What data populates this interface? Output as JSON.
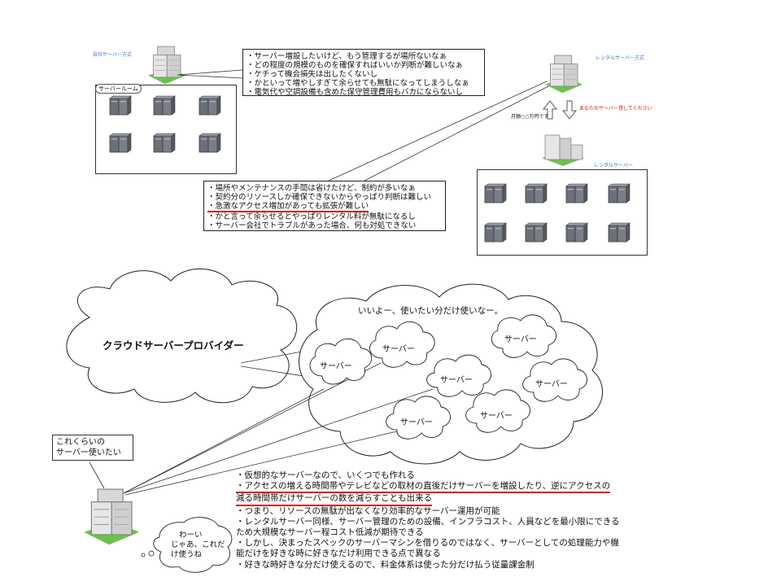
{
  "top_left": {
    "label": "自社サーバー方式",
    "room_label": "サーバールーム",
    "bubble_lines": [
      "・サーバー増設したいけど、もう管理するが場所ないなぁ",
      "・どの程度の規模のものを確保すればいいか判断が難しいなぁ",
      "・ケチって機会損失は出したくないし",
      "・かといって増やしすぎて余らせても無駄になってしまうしなぁ",
      "・電気代や空調設備も含めた保守管理費用もバカにならないし"
    ]
  },
  "top_right": {
    "label": "レンタルサーバー方式",
    "request_text": "あなたのサーバー貸してください",
    "price_text": "月額○○万円です",
    "rental_label": "レンタルサーバー"
  },
  "middle_bubble_lines": [
    "・場所やメンテナンスの手間は省けたけど、制約が多いなぁ",
    "・契約分のリソースしか確保できないからやっぱり判断は難しい",
    "・急激なアクセス増加があっても拡張が難しい",
    "・かと言って余らせるとやっぱりレンタル料が無駄になるし",
    "・サーバー会社でトラブルがあった場合、何も対処できない"
  ],
  "bottom": {
    "provider_label": "クラウドサーバープロバイダー",
    "cloud_reply": "いいよー、使いたい分だけ使いなー。",
    "server_label": "サーバー",
    "user_request": [
      "これくらいの",
      "サーバー使いたい"
    ],
    "user_bubble": [
      "わーい",
      "じゃあ、これだ",
      "け使うね"
    ],
    "notes": [
      "・仮想的なサーバーなので、いくつでも作れる",
      "・アクセスの増える時間帯やテレビなどの取材の直後だけサーバーを増設したり、逆にアクセスの",
      "減る時間帯だけサーバーの数を減らすことも出来る",
      "・つまり、リソースの無駄が出なくなり効率的なサーバー運用が可能",
      "・レンタルサーバー同様、サーバー管理のための設備、インフラコスト、人員などを最小限にできる",
      "ため大規模なサーバー程コスト低減が期待できる",
      "・しかし、決まったスペックのサーバーマシンを借りるのではなく、サーバーとしての処理能力や機",
      "能だけを好きな時に好きなだけ利用できる点で異なる",
      "・好きな時好きな分だけ使えるので、料金体系は使った分だけ払う従量課金制"
    ]
  },
  "colors": {
    "accent_text": "#3a6fc8",
    "red": "#d11111",
    "server": "#6b6f78",
    "grass": "#6cc24a"
  }
}
